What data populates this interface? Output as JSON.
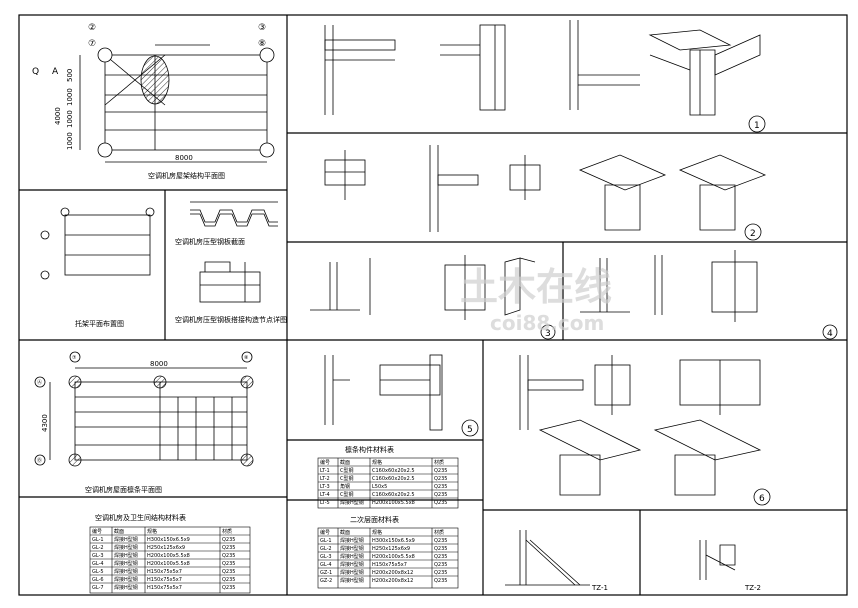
{
  "plan1": {
    "axes_top_left": "②",
    "axes_top_left2": "⑦",
    "axes_top_right": "③",
    "axes_top_right2": "⑧",
    "axes_left": "Q",
    "axes_left2": "A",
    "dim_bottom": "8000",
    "dim_v1": "4000",
    "dim_v2": "1000",
    "dim_v3": "1000",
    "dim_v4": "1000",
    "dim_v5": "500",
    "title": "空调机房屋架结构平面图"
  },
  "plan2": {
    "title": "托架平面布置图"
  },
  "deck": {
    "title1": "空调机房压型钢板截面",
    "title2": "空调机房压型钢板搭接构造节点详图"
  },
  "plan3": {
    "dim_top": "8000",
    "dim_left": "4300",
    "title": "空调机房屋面檩条平面图",
    "axes": [
      "⑦",
      "⑧",
      "Ⓐ",
      "Ⓑ"
    ]
  },
  "table1": {
    "title": "空调机房及卫生间结构材料表",
    "header": [
      "编号",
      "截面",
      "规格",
      "材质"
    ],
    "rows": [
      [
        "GL-1",
        "焊接H型钢",
        "H300x150x6.5x9",
        "Q235"
      ],
      [
        "GL-2",
        "焊接H型钢",
        "H250x125x6x9",
        "Q235"
      ],
      [
        "GL-3",
        "焊接H型钢",
        "H200x100x5.5x8",
        "Q235"
      ],
      [
        "GL-4",
        "焊接H型钢",
        "H200x100x5.5x8",
        "Q235"
      ],
      [
        "GL-5",
        "焊接H型钢",
        "H150x75x5x7",
        "Q235"
      ],
      [
        "GL-6",
        "焊接H型钢",
        "H150x75x5x7",
        "Q235"
      ],
      [
        "GL-7",
        "焊接H型钢",
        "H150x75x5x7",
        "Q235"
      ]
    ]
  },
  "table2": {
    "title": "檩条构件材料表",
    "header": [
      "编号",
      "截面",
      "规格",
      "材质"
    ],
    "rows": [
      [
        "LT-1",
        "C型钢",
        "C160x60x20x2.5",
        "Q235"
      ],
      [
        "LT-2",
        "C型钢",
        "C160x60x20x2.5",
        "Q235"
      ],
      [
        "LT-3",
        "角钢",
        "L50x5",
        "Q235"
      ],
      [
        "LT-4",
        "C型钢",
        "C160x60x20x2.5",
        "Q235"
      ],
      [
        "LT-5",
        "焊接H型钢",
        "H200x100x5.5x8",
        "Q235"
      ]
    ]
  },
  "table3": {
    "title": "二次层面材料表",
    "header": [
      "编号",
      "截面",
      "规格",
      "材质"
    ],
    "rows": [
      [
        "GL-1",
        "焊接H型钢",
        "H300x150x6.5x9",
        "Q235"
      ],
      [
        "GL-2",
        "焊接H型钢",
        "H250x125x6x9",
        "Q235"
      ],
      [
        "GL-3",
        "焊接H型钢",
        "H200x100x5.5x8",
        "Q235"
      ],
      [
        "GL-4",
        "焊接H型钢",
        "H150x75x5x7",
        "Q235"
      ],
      [
        "GZ-1",
        "焊接H型钢",
        "H200x200x8x12",
        "Q235"
      ],
      [
        "GZ-2",
        "焊接H型钢",
        "H200x200x8x12",
        "Q235"
      ]
    ]
  },
  "details": {
    "n1": "1",
    "n2": "2",
    "n3": "3",
    "n4": "4",
    "n5": "5",
    "n6": "6",
    "tz1": "TZ-1",
    "tz2": "TZ-2"
  },
  "watermark": {
    "text": "土木在线",
    "sub": "coi88.com"
  }
}
